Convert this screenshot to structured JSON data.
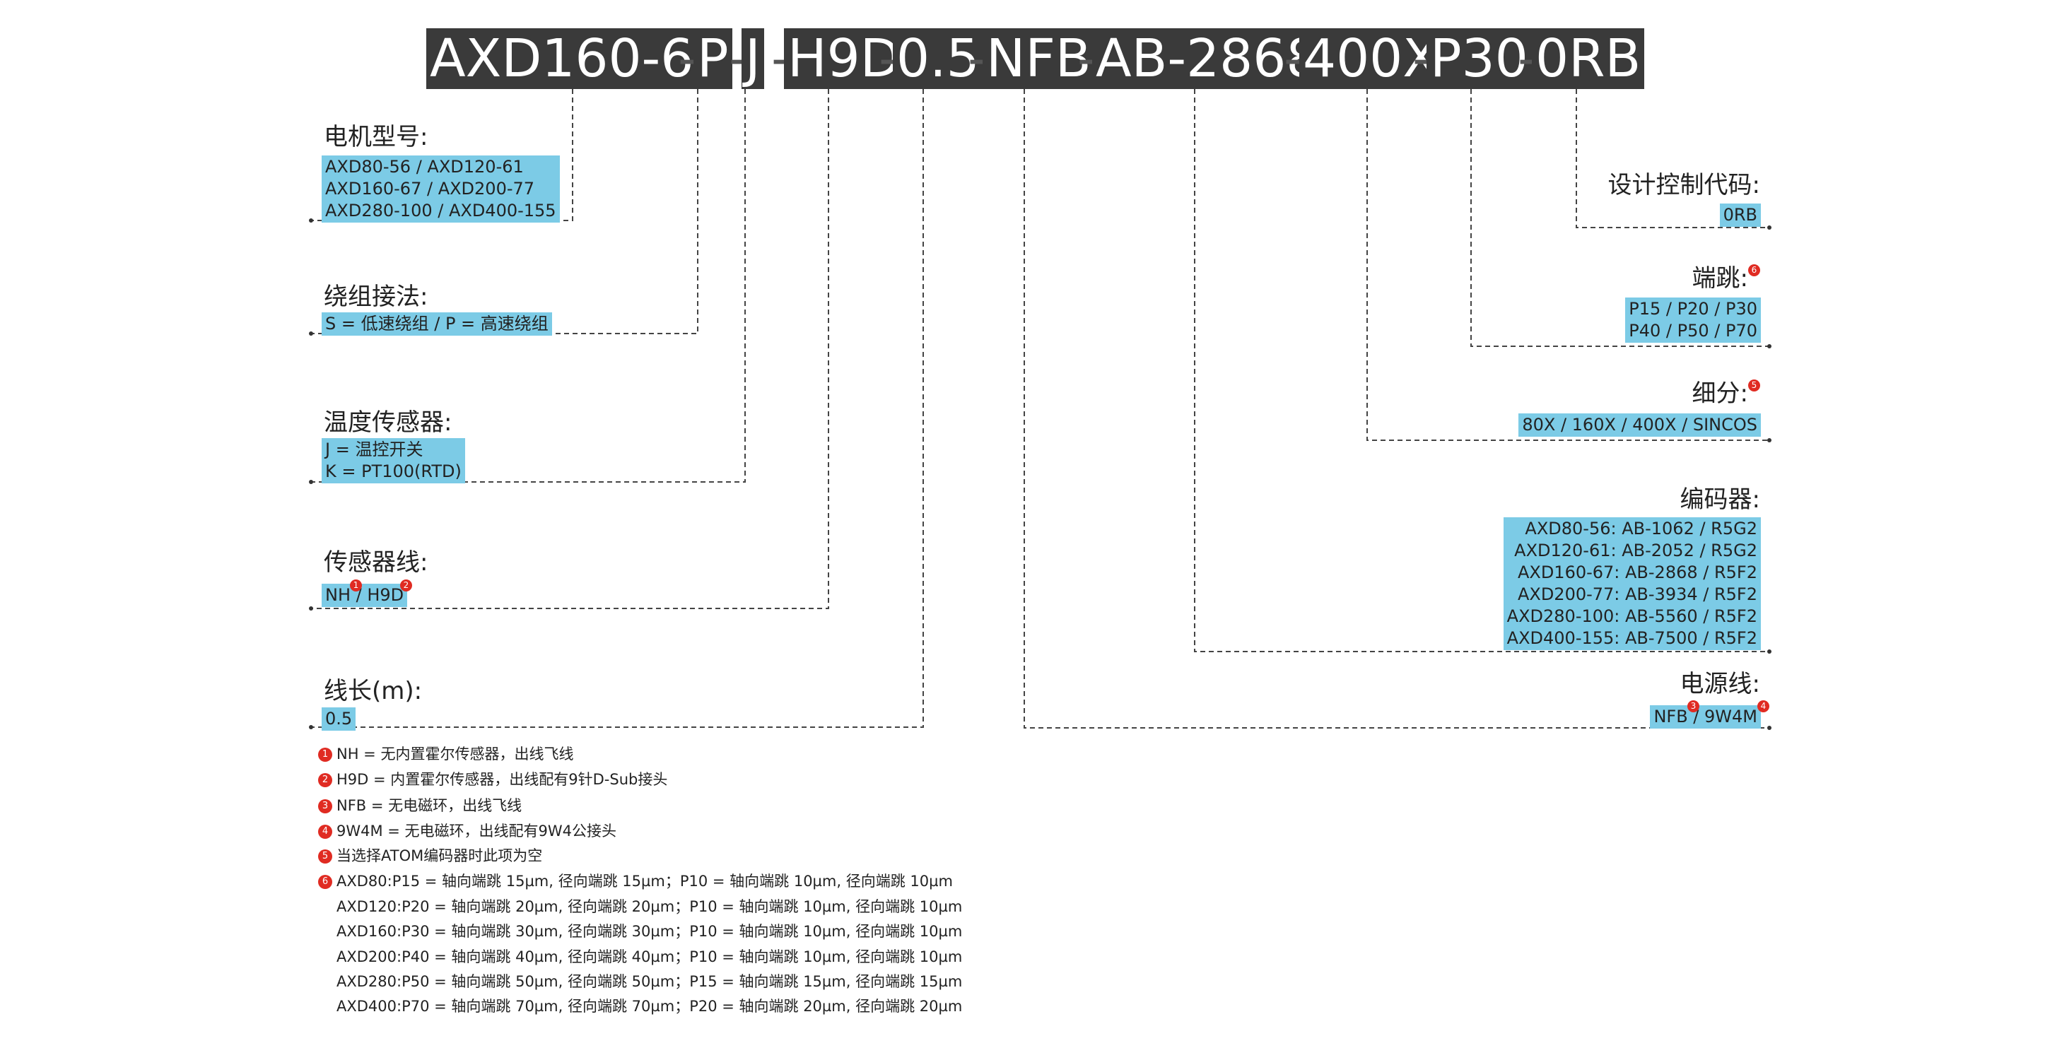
{
  "code_segments": [
    "AXD160-67",
    "P",
    "J",
    "H9D",
    "0.5",
    "NFB",
    "AB-2868",
    "400X",
    "P30",
    "0RB"
  ],
  "separator": "-",
  "left_fields": [
    {
      "title": "电机型号:",
      "options": [
        "AXD80-56 / AXD120-61",
        "AXD160-67 / AXD200-77",
        "AXD280-100 / AXD400-155"
      ]
    },
    {
      "title": "绕组接法:",
      "options": [
        "S = 低速绕组 / P = 高速绕组"
      ]
    },
    {
      "title": "温度传感器:",
      "options": [
        "J = 温控开关",
        "K = PT100(RTD)"
      ]
    },
    {
      "title": "传感器线:",
      "options": [
        "NH / H9D"
      ],
      "badges": [
        "1",
        "2"
      ]
    },
    {
      "title": "线长(m):",
      "options": [
        "0.5"
      ]
    }
  ],
  "right_fields": [
    {
      "title": "设计控制代码:",
      "options": [
        "0RB"
      ]
    },
    {
      "title": "端跳:",
      "badge": "6",
      "options": [
        "P15 / P20 / P30",
        "P40 / P50 / P70"
      ]
    },
    {
      "title": "细分:",
      "badge": "5",
      "options": [
        "80X / 160X / 400X / SINCOS"
      ]
    },
    {
      "title": "编码器:",
      "options": [
        "AXD80-56: AB-1062 / R5G2",
        "AXD120-61: AB-2052 / R5G2",
        "AXD160-67: AB-2868 / R5F2",
        "AXD200-77: AB-3934 / R5F2",
        "AXD280-100: AB-5560 / R5F2",
        "AXD400-155: AB-7500 / R5F2"
      ]
    },
    {
      "title": "电源线:",
      "options": [
        "NFB / 9W4M"
      ],
      "badges": [
        "3",
        "4"
      ]
    }
  ],
  "notes": [
    {
      "badge": "1",
      "text": "NH = 无内置霍尔传感器，出线飞线"
    },
    {
      "badge": "2",
      "text": "H9D = 内置霍尔传感器，出线配有9针D-Sub接头"
    },
    {
      "badge": "3",
      "text": "NFB = 无电磁环，出线飞线"
    },
    {
      "badge": "4",
      "text": "9W4M = 无电磁环，出线配有9W4公接头"
    },
    {
      "badge": "5",
      "text": "当选择ATOM编码器时此项为空"
    },
    {
      "badge": "6",
      "text": "AXD80:P15 = 轴向端跳 15µm, 径向端跳 15µm；P10 = 轴向端跳 10µm, 径向端跳 10µm"
    },
    {
      "badge": "",
      "text": "AXD120:P20 = 轴向端跳 20µm, 径向端跳 20µm；P10 = 轴向端跳 10µm, 径向端跳 10µm"
    },
    {
      "badge": "",
      "text": "AXD160:P30 = 轴向端跳 30µm, 径向端跳 30µm；P10 = 轴向端跳 10µm, 径向端跳 10µm"
    },
    {
      "badge": "",
      "text": "AXD200:P40 = 轴向端跳 40µm, 径向端跳 40µm；P10 = 轴向端跳 10µm, 径向端跳 10µm"
    },
    {
      "badge": "",
      "text": "AXD280:P50 = 轴向端跳 50µm, 径向端跳 50µm；P15 = 轴向端跳 15µm, 径向端跳 15µm"
    },
    {
      "badge": "",
      "text": "AXD400:P70 = 轴向端跳 70µm, 径向端跳 70µm；P20 = 轴向端跳 20µm, 径向端跳 20µm"
    }
  ],
  "colors": {
    "code_bg": "#3a3a3a",
    "highlight": "#7ccbe6",
    "badge": "#e02b22",
    "line": "#444444"
  }
}
